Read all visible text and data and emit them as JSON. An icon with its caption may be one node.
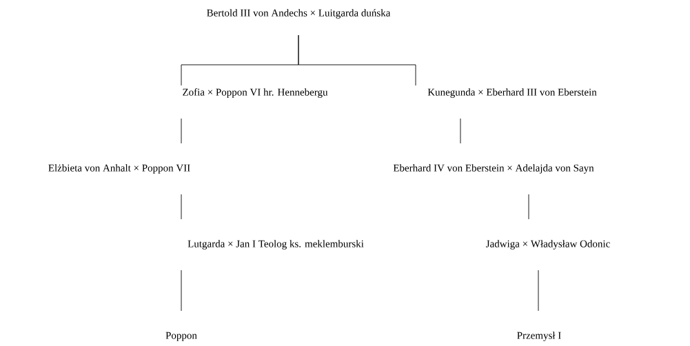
{
  "diagram": {
    "nodes": [
      {
        "text": [
          "Bertold III von Andechs × Luitgarda duńska"
        ]
      },
      {
        "text": [
          "Zofia × Poppon VI hr. Hennebergu"
        ]
      },
      {
        "text": [
          "Kunegunda × Eberhard III von Eberstein"
        ]
      },
      {
        "text": [
          "Elżbieta von Anhalt × Poppon VII"
        ]
      },
      {
        "text": [
          "Eberhard IV von Eberstein × Adelajda von Sayn"
        ]
      },
      {
        "text": [
          "Lutgarda × Jan I Teolog ks. meklemburski"
        ]
      },
      {
        "text": [
          "Jadwiga × Władysław Odonic"
        ]
      },
      {
        "text": [
          "Poppon"
        ]
      },
      {
        "text": [
          "Przemysł I"
        ]
      }
    ],
    "edges": [
      {
        "from": 0,
        "to": 1,
        "arrow": "none"
      },
      {
        "from": 0,
        "to": 2,
        "arrow": "none"
      },
      {
        "from": 1,
        "to": 3,
        "arrow": "none"
      },
      {
        "from": 2,
        "to": 4,
        "arrow": "none"
      },
      {
        "from": 3,
        "to": 5,
        "arrow": "none"
      },
      {
        "from": 4,
        "to": 6,
        "arrow": "none"
      },
      {
        "from": 5,
        "to": 7,
        "arrow": "none"
      },
      {
        "from": 6,
        "to": 8,
        "arrow": "none"
      }
    ]
  }
}
